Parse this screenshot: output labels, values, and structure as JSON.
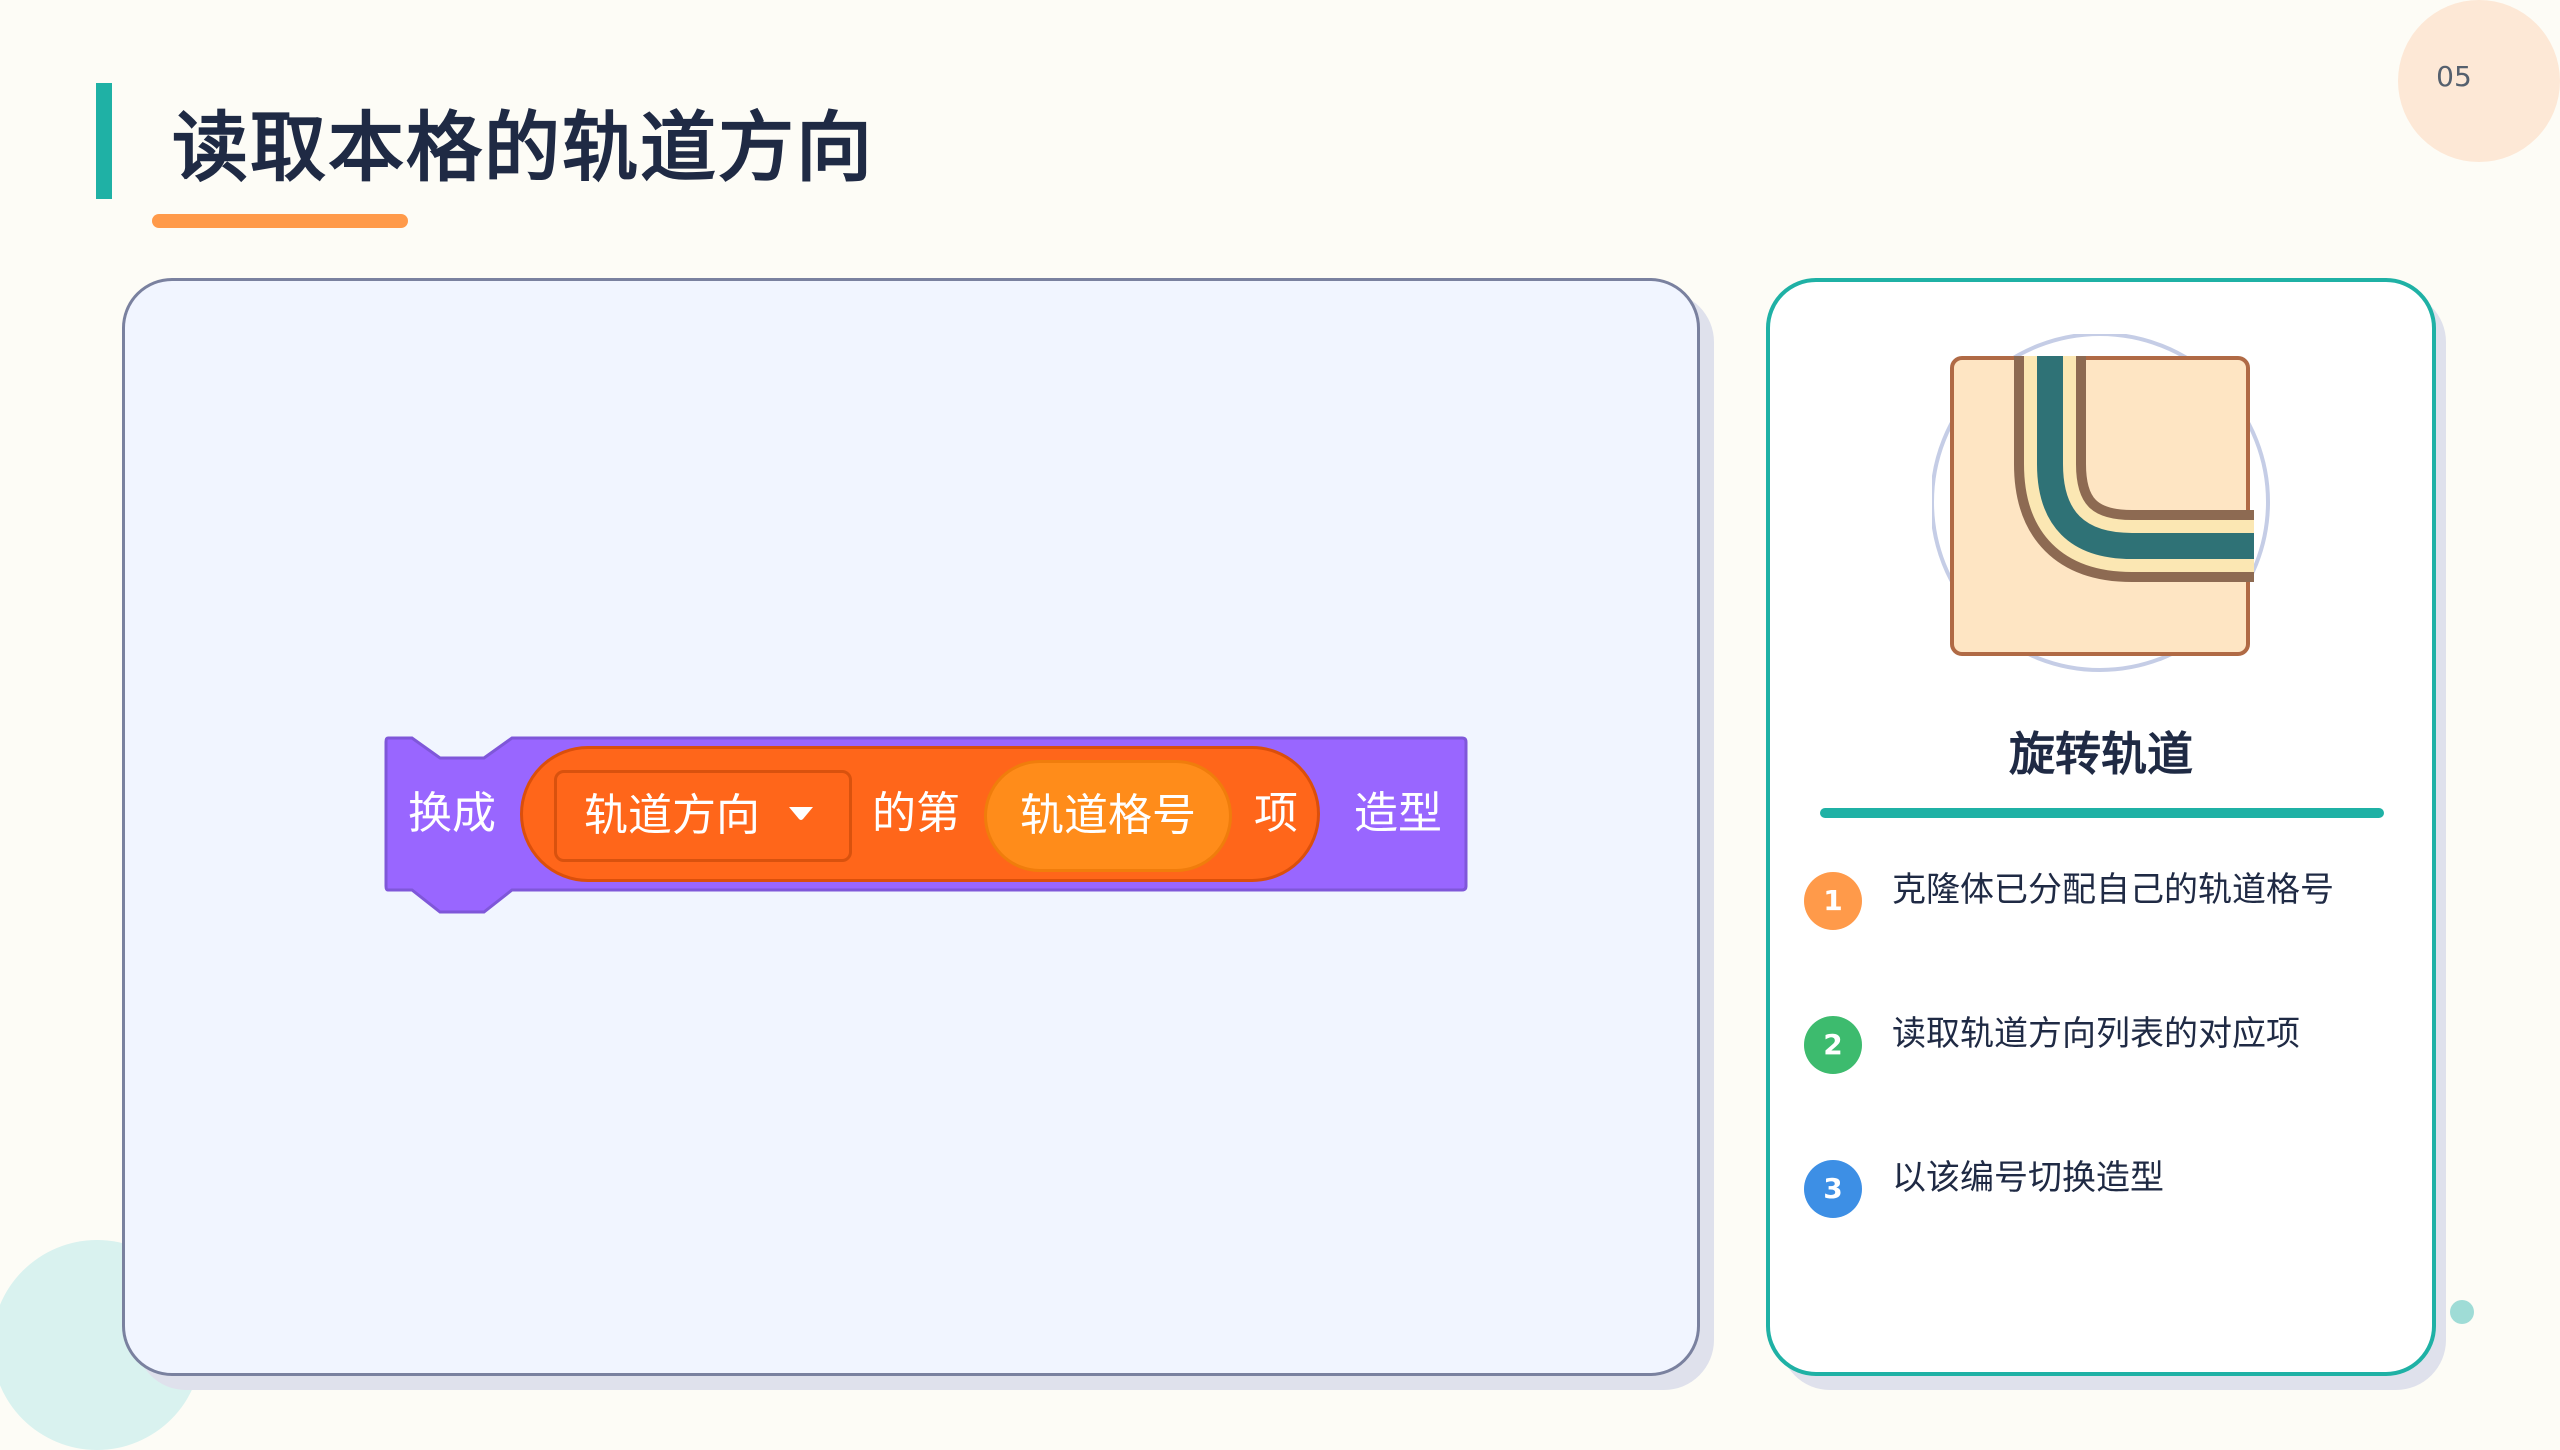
{
  "page": {
    "title": "读取本格的轨道方向",
    "number": "05"
  },
  "code_block": {
    "prefix": "换成",
    "dropdown_value": "轨道方向",
    "middle": "的第",
    "reporter": "轨道格号",
    "item": "项",
    "suffix": "造型",
    "colors": {
      "looks": "#9966ff",
      "list": "#ff661a",
      "variable": "#ff8c1a"
    }
  },
  "info_card": {
    "title": "旋转轨道",
    "illustration": "curved-track-icon",
    "steps": [
      {
        "number": "1",
        "text": "克隆体已分配自己的轨道格号",
        "color": "#ff9a4a"
      },
      {
        "number": "2",
        "text": "读取轨道方向列表的对应项",
        "color": "#3dbb6e"
      },
      {
        "number": "3",
        "text": "以该编号切换造型",
        "color": "#3d8fe5"
      }
    ]
  },
  "colors": {
    "accent_teal": "#1fb1a5",
    "accent_orange": "#ff9a4a",
    "text_dark": "#1f2a44"
  }
}
